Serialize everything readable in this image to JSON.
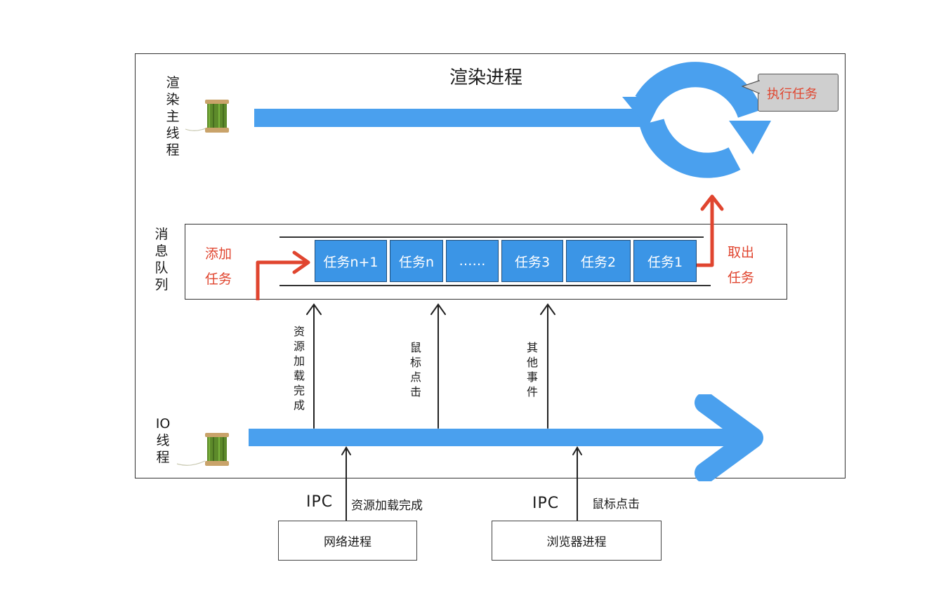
{
  "render_process": {
    "title": "渲染进程",
    "main_thread_label": "渲染主线程",
    "execute_bubble": "执行任务"
  },
  "queue": {
    "label": "消息队列",
    "add_task": "添加任务",
    "take_task": "取出任务",
    "tasks": [
      "任务n+1",
      "任务n",
      "……",
      "任务3",
      "任务2",
      "任务1"
    ]
  },
  "events": {
    "resource_loaded": "资源加载完成",
    "mouse_click": "鼠标点击",
    "other_events": "其他事件"
  },
  "io_thread": {
    "label": "IO线程"
  },
  "ipc": {
    "left_ipc": "IPC",
    "left_msg": "资源加载完成",
    "right_ipc": "IPC",
    "right_msg": "鼠标点击"
  },
  "processes": {
    "network": "网络进程",
    "browser": "浏览器进程"
  },
  "colors": {
    "blue": "#3b95e6",
    "arrow_blue": "#4aa0ee",
    "red": "#e0452f",
    "bubble": "#cfcfcf"
  }
}
